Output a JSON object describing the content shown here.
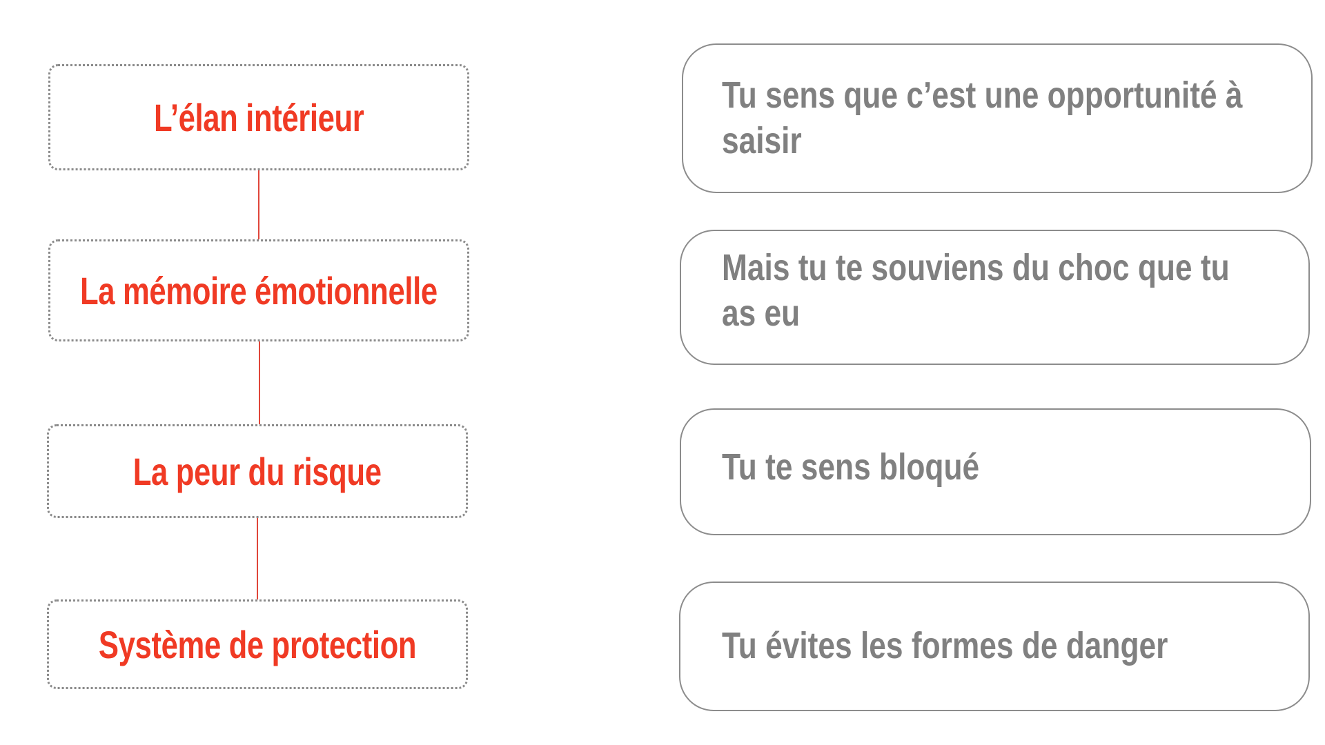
{
  "diagram": {
    "left_steps": [
      {
        "label": "L’élan intérieur"
      },
      {
        "label": "La mémoire émotionnelle"
      },
      {
        "label": "La peur du risque"
      },
      {
        "label": "Système de protection"
      }
    ],
    "right_statements": [
      {
        "text": "Tu sens que c’est une opportunité à saisir"
      },
      {
        "text": "Mais tu te souviens du choc que tu as eu"
      },
      {
        "text": "Tu te sens bloqué"
      },
      {
        "text": "Tu évites les formes de danger"
      }
    ]
  },
  "colors": {
    "accent_red": "#f03a24",
    "connector_red": "#e0463a",
    "statement_gray": "#808080",
    "border_gray": "#8c8c8c"
  }
}
